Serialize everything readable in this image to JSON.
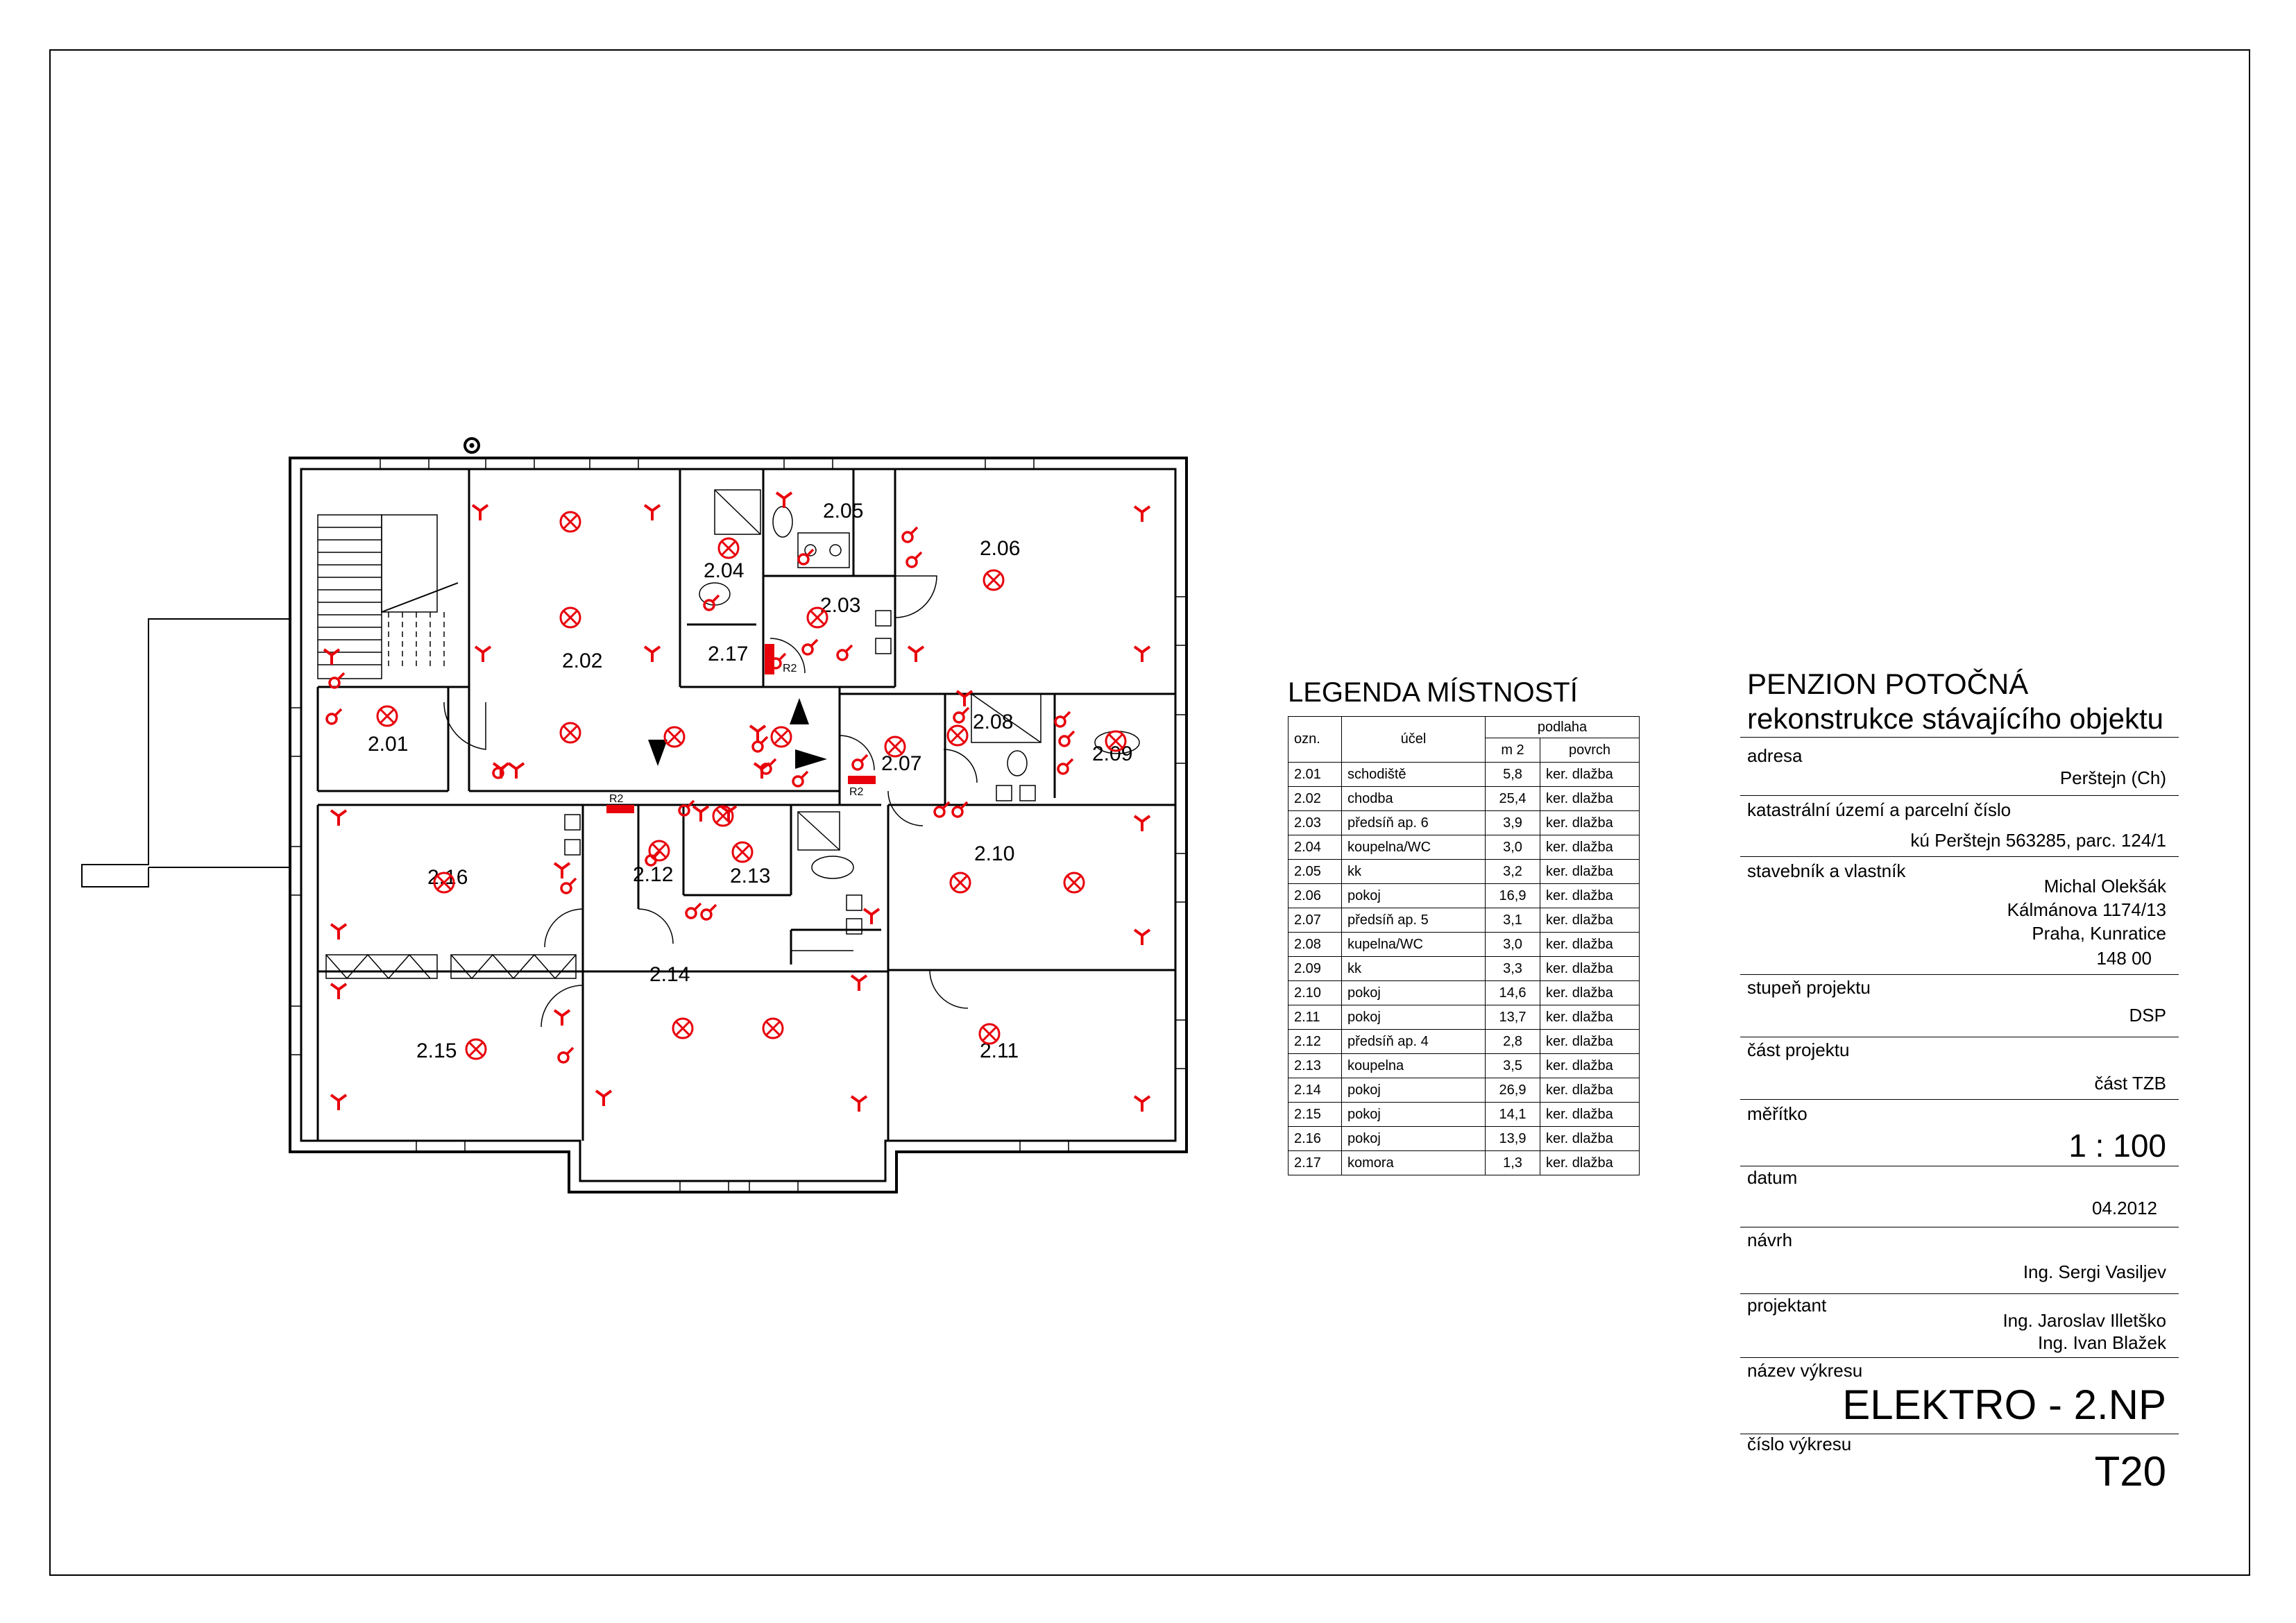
{
  "legend": {
    "title": "LEGENDA MÍSTNOSTÍ",
    "headers": {
      "ozn": "ozn.",
      "ucel": "účel",
      "podlaha": "podlaha",
      "m2": "m 2",
      "povrch": "povrch"
    },
    "rows": [
      {
        "ozn": "2.01",
        "ucel": "schodiště",
        "m2": "5,8",
        "povrch": "ker. dlažba"
      },
      {
        "ozn": "2.02",
        "ucel": "chodba",
        "m2": "25,4",
        "povrch": "ker. dlažba"
      },
      {
        "ozn": "2.03",
        "ucel": "předsíň ap. 6",
        "m2": "3,9",
        "povrch": "ker. dlažba"
      },
      {
        "ozn": "2.04",
        "ucel": "koupelna/WC",
        "m2": "3,0",
        "povrch": "ker. dlažba"
      },
      {
        "ozn": "2.05",
        "ucel": "kk",
        "m2": "3,2",
        "povrch": "ker. dlažba"
      },
      {
        "ozn": "2.06",
        "ucel": "pokoj",
        "m2": "16,9",
        "povrch": "ker. dlažba"
      },
      {
        "ozn": "2.07",
        "ucel": "předsíň ap. 5",
        "m2": "3,1",
        "povrch": "ker. dlažba"
      },
      {
        "ozn": "2.08",
        "ucel": "kupelna/WC",
        "m2": "3,0",
        "povrch": "ker. dlažba"
      },
      {
        "ozn": "2.09",
        "ucel": "kk",
        "m2": "3,3",
        "povrch": "ker. dlažba"
      },
      {
        "ozn": "2.10",
        "ucel": "pokoj",
        "m2": "14,6",
        "povrch": "ker. dlažba"
      },
      {
        "ozn": "2.11",
        "ucel": "pokoj",
        "m2": "13,7",
        "povrch": "ker. dlažba"
      },
      {
        "ozn": "2.12",
        "ucel": "předsíň ap. 4",
        "m2": "2,8",
        "povrch": "ker. dlažba"
      },
      {
        "ozn": "2.13",
        "ucel": "koupelna",
        "m2": "3,5",
        "povrch": "ker. dlažba"
      },
      {
        "ozn": "2.14",
        "ucel": "pokoj",
        "m2": "26,9",
        "povrch": "ker. dlažba"
      },
      {
        "ozn": "2.15",
        "ucel": "pokoj",
        "m2": "14,1",
        "povrch": "ker. dlažba"
      },
      {
        "ozn": "2.16",
        "ucel": "pokoj",
        "m2": "13,9",
        "povrch": "ker. dlažba"
      },
      {
        "ozn": "2.17",
        "ucel": "komora",
        "m2": "1,3",
        "povrch": "ker. dlažba"
      }
    ]
  },
  "title_block": {
    "project_name": "PENZION POTOČNÁ",
    "project_subtitle": "rekonstrukce stávajícího objektu",
    "address_label": "adresa",
    "address_value": "Perštejn (Ch)",
    "cadastre_label": "katastrální území a parcelní číslo",
    "cadastre_value": "kú Perštejn 563285, parc. 124/1",
    "owner_label": "stavebník a vlastník",
    "owner_lines": [
      "Michal Olekšák",
      "Kálmánova 1174/13",
      "Praha, Kunratice",
      "148 00"
    ],
    "stage_label": "stupeň projektu",
    "stage_value": "DSP",
    "part_label": "část projektu",
    "part_value": "část TZB",
    "scale_label": "měřítko",
    "scale_value": "1 : 100",
    "date_label": "datum",
    "date_value": "04.2012",
    "design_label": "návrh",
    "design_value": "Ing. Sergi Vasiljev",
    "designer_label": "projektant",
    "designer_lines": [
      "Ing. Jaroslav Illetško",
      "Ing. Ivan Blažek"
    ],
    "drawing_name_label": "název výkresu",
    "drawing_name_value": "ELEKTRO - 2.NP",
    "drawing_number_label": "číslo výkresu",
    "drawing_number_value": "T20"
  },
  "plan": {
    "room_labels": [
      "2.01",
      "2.02",
      "2.03",
      "2.04",
      "2.05",
      "2.06",
      "2.07",
      "2.08",
      "2.09",
      "2.10",
      "2.11",
      "2.12",
      "2.13",
      "2.14",
      "2.15",
      "2.16",
      "2.17"
    ],
    "distribution_board_label": "R2",
    "symbol_color": "#e8000b"
  }
}
